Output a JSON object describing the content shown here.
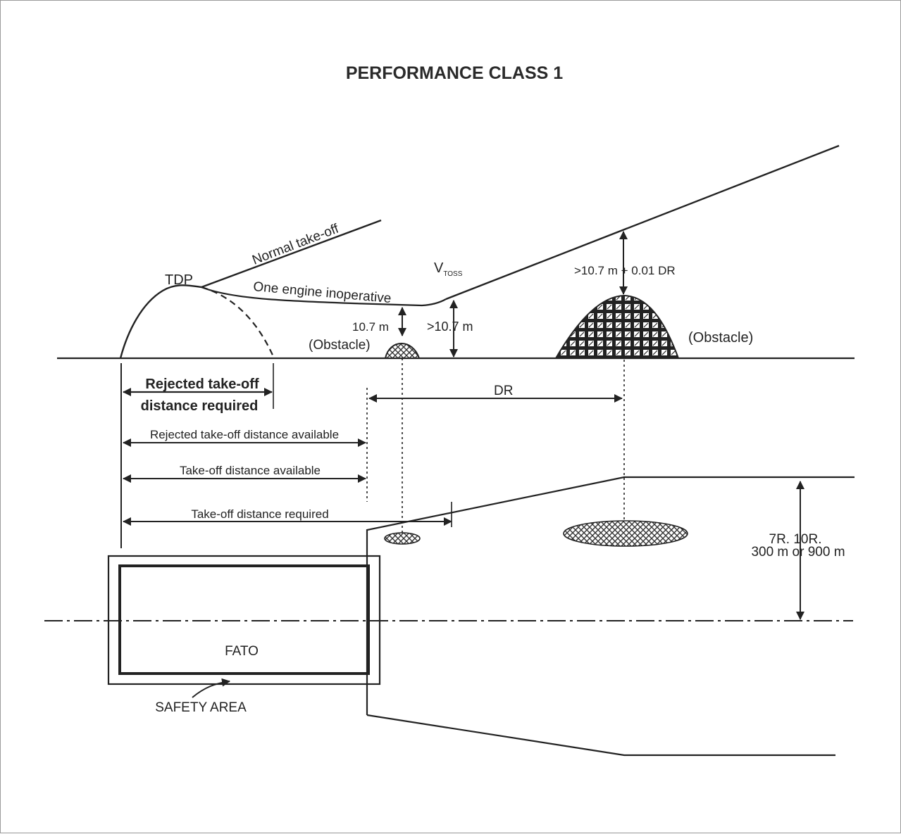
{
  "title": "PERFORMANCE CLASS 1",
  "labels": {
    "normal_takeoff": "Normal take-off",
    "tdp": "TDP",
    "one_engine_inoperative": "One engine inoperative",
    "v_main": "V",
    "v_sub": "TOSS",
    "clearance_10_7": "10.7 m",
    "clearance_gt_10_7": ">10.7 m",
    "clearance_dr": ">10.7 m + 0.01 DR",
    "obstacle_small": "(Obstacle)",
    "obstacle_large": "(Obstacle)",
    "dr": "DR",
    "rtodr_line1": "Rejected take-off",
    "rtodr_line2": "distance required",
    "rtoda": "Rejected take-off distance available",
    "toda": "Take-off distance available",
    "todr": "Take-off distance required",
    "width_line1": "7R. 10R.",
    "width_line2": "300 m or 900 m",
    "fato": "FATO",
    "safety_area": "SAFETY AREA"
  },
  "colors": {
    "ink": "#222222",
    "frame": "#9a9a9a",
    "hatch": "#333333"
  }
}
